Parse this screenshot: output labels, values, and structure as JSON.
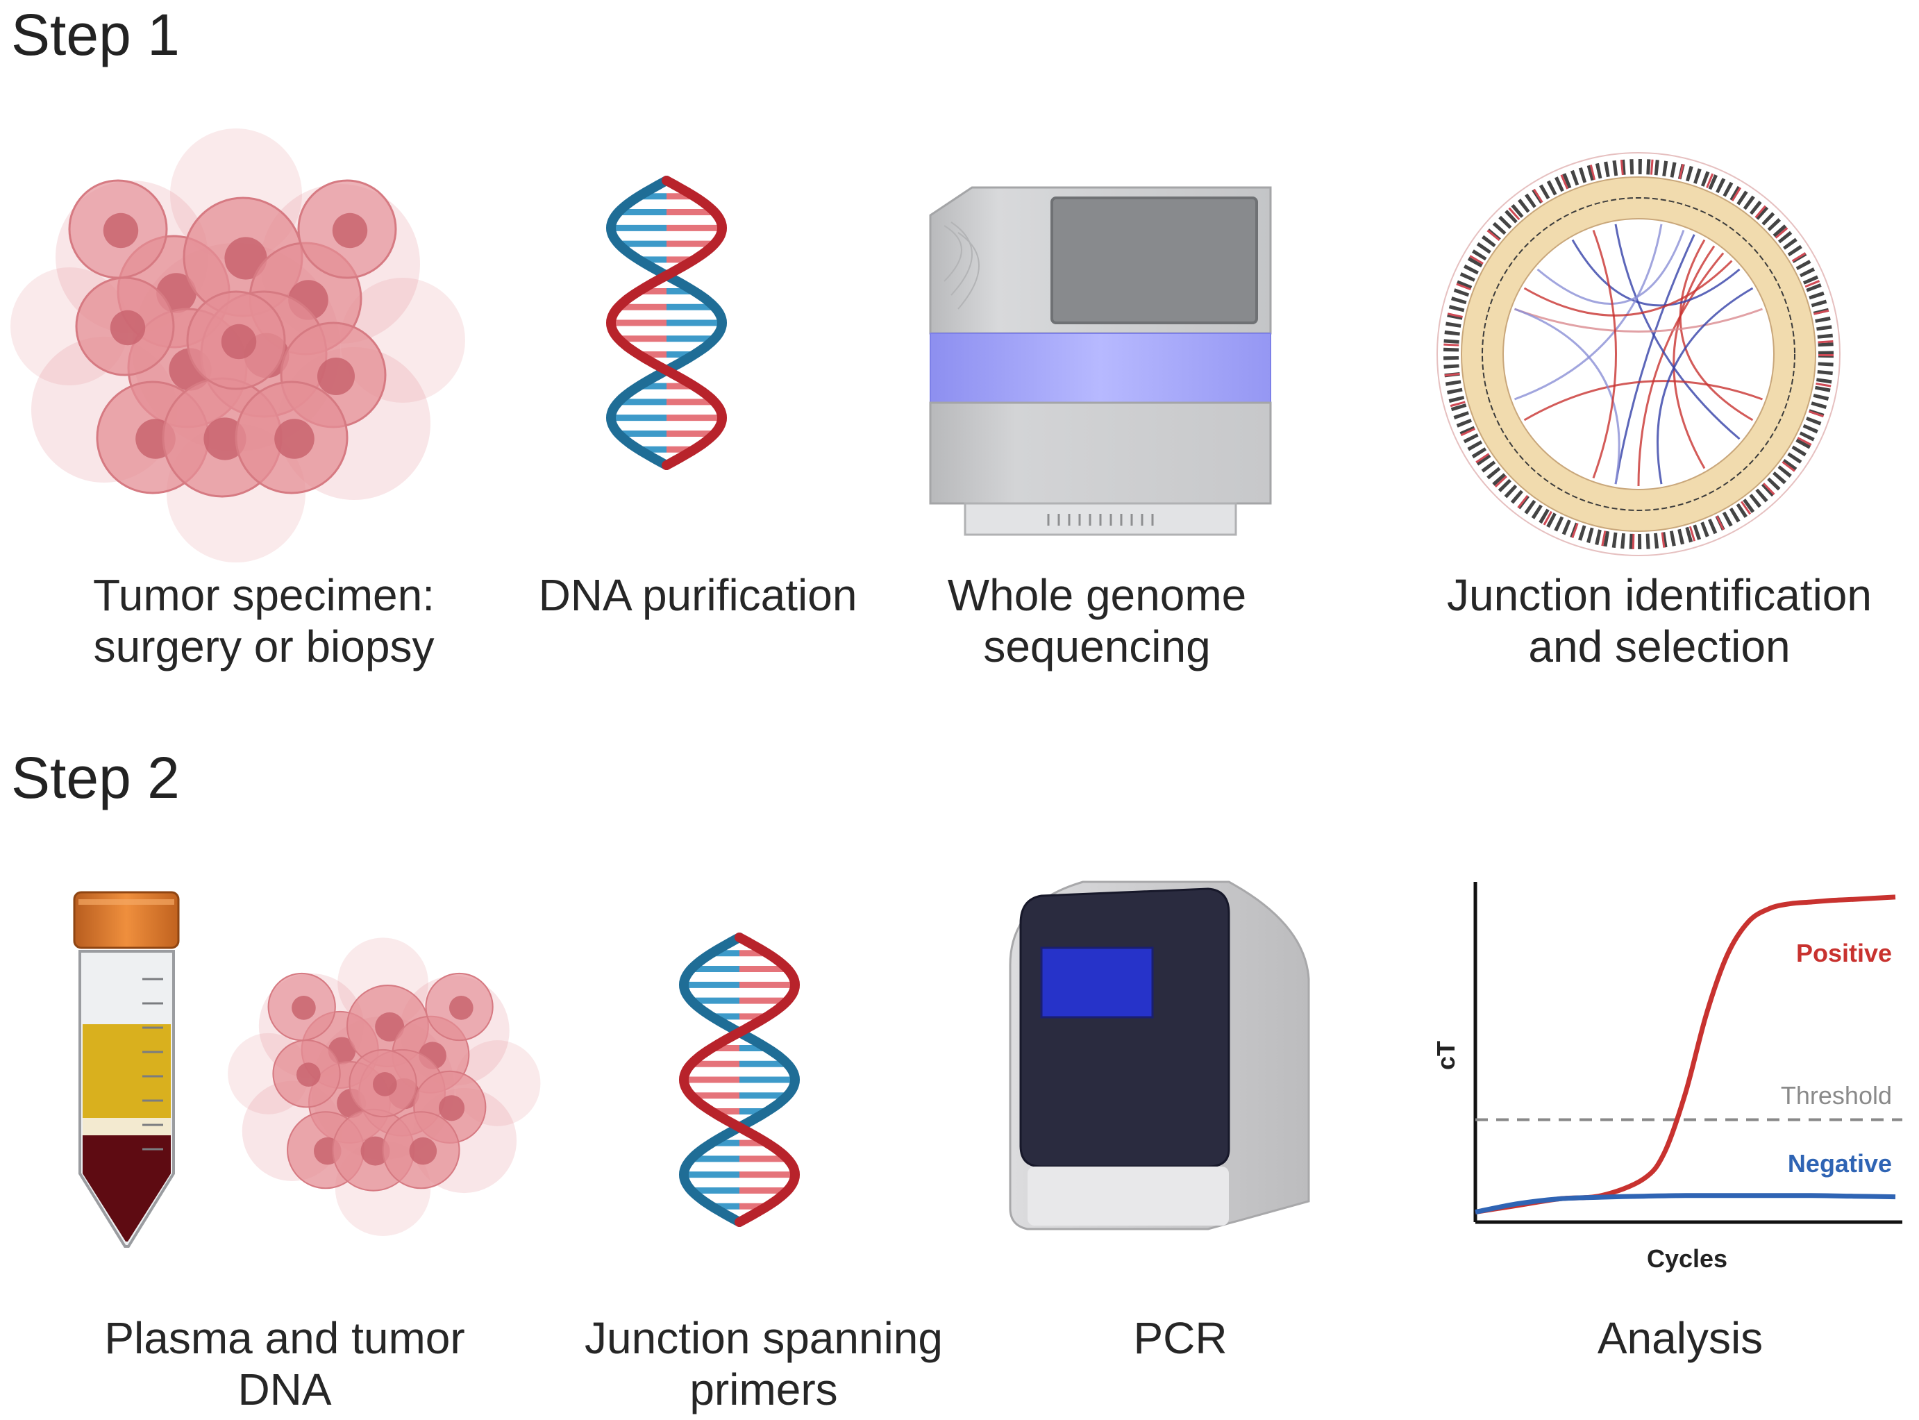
{
  "step1": {
    "title": "Step 1",
    "panels": [
      {
        "id": "tumor",
        "icon": "tumor-cell-cluster-icon",
        "caption": [
          "Tumor specimen:",
          "surgery or biopsy"
        ]
      },
      {
        "id": "dna",
        "icon": "dna-double-helix-icon",
        "caption": [
          "DNA purification"
        ]
      },
      {
        "id": "sequencer",
        "icon": "sequencing-machine-icon",
        "caption": [
          "Whole genome",
          "sequencing"
        ]
      },
      {
        "id": "circos",
        "icon": "circos-genome-plot-icon",
        "caption": [
          "Junction identification",
          "and selection"
        ]
      }
    ]
  },
  "step2": {
    "title": "Step 2",
    "panels": [
      {
        "id": "plasma",
        "icon": "plasma-tube-icon",
        "caption": [
          "Plasma and tumor",
          "DNA"
        ]
      },
      {
        "id": "primers",
        "icon": "dna-double-helix-icon",
        "caption": [
          "Junction spanning",
          "primers"
        ]
      },
      {
        "id": "pcr",
        "icon": "pcr-machine-icon",
        "caption": [
          "PCR"
        ]
      },
      {
        "id": "analysis",
        "icon": "amplification-curve-chart",
        "caption": [
          "Analysis"
        ]
      }
    ]
  },
  "colors": {
    "cell_fill": "#e48f96",
    "cell_nucleus": "#c9646e",
    "dna_red": "#b8232b",
    "dna_blue": "#1f6d96",
    "positive": "#c8322f",
    "negative": "#2f64b4",
    "threshold": "#888888",
    "tube_cap": "#d9762c",
    "plasma": "#d9b01e",
    "blood": "#5e0b12"
  },
  "chart_data": {
    "type": "line",
    "ylabel": "cT",
    "xlabel": "Cycles",
    "threshold_label": "Threshold",
    "threshold": 0.3,
    "ylim": [
      0,
      1
    ],
    "xlim": [
      0,
      40
    ],
    "grid": false,
    "series": [
      {
        "name": "Positive",
        "color": "#c8322f",
        "x": [
          0,
          4,
          8,
          12,
          16,
          18,
          20,
          22,
          24,
          26,
          28,
          30,
          32,
          34,
          36,
          40
        ],
        "y": [
          0.02,
          0.04,
          0.06,
          0.07,
          0.12,
          0.2,
          0.38,
          0.62,
          0.8,
          0.9,
          0.94,
          0.955,
          0.96,
          0.965,
          0.968,
          0.975
        ]
      },
      {
        "name": "Negative",
        "color": "#2f64b4",
        "x": [
          0,
          4,
          8,
          12,
          16,
          20,
          24,
          28,
          32,
          36,
          40
        ],
        "y": [
          0.02,
          0.045,
          0.06,
          0.065,
          0.068,
          0.07,
          0.07,
          0.07,
          0.07,
          0.068,
          0.066
        ]
      }
    ]
  }
}
